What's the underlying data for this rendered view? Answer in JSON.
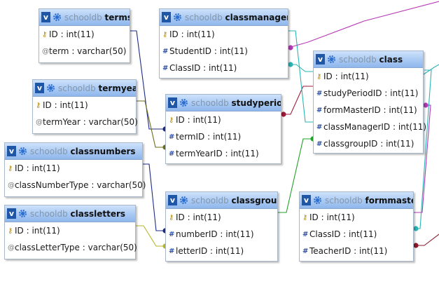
{
  "diagram": {
    "tables": [
      {
        "id": "terms",
        "db": "schooldb",
        "name": "terms",
        "columns": [
          {
            "icon": "key-icon",
            "text": "ID : int(11)"
          },
          {
            "icon": "text-column-icon",
            "text": "term : varchar(50)"
          }
        ]
      },
      {
        "id": "termyear",
        "db": "schooldb",
        "name": "termyear",
        "columns": [
          {
            "icon": "key-icon",
            "text": "ID : int(11)"
          },
          {
            "icon": "text-column-icon",
            "text": "termYear : varchar(50)"
          }
        ]
      },
      {
        "id": "classnumbers",
        "db": "schooldb",
        "name": "classnumbers",
        "columns": [
          {
            "icon": "key-icon",
            "text": "ID : int(11)"
          },
          {
            "icon": "text-column-icon",
            "text": "classNumberType : varchar(50)"
          }
        ]
      },
      {
        "id": "classletters",
        "db": "schooldb",
        "name": "classletters",
        "columns": [
          {
            "icon": "key-icon",
            "text": "ID : int(11)"
          },
          {
            "icon": "text-column-icon",
            "text": "classLetterType : varchar(50)"
          }
        ]
      },
      {
        "id": "classmanagers",
        "db": "schooldb",
        "name": "classmanagers",
        "columns": [
          {
            "icon": "key-icon",
            "text": "ID : int(11)"
          },
          {
            "icon": "number-column-icon",
            "text": "StudentID : int(11)"
          },
          {
            "icon": "number-column-icon",
            "text": "ClassID : int(11)"
          }
        ]
      },
      {
        "id": "studyperiod",
        "db": "schooldb",
        "name": "studyperiod",
        "columns": [
          {
            "icon": "key-icon",
            "text": "ID : int(11)"
          },
          {
            "icon": "number-column-icon",
            "text": "termID : int(11)"
          },
          {
            "icon": "number-column-icon",
            "text": "termYearID : int(11)"
          }
        ]
      },
      {
        "id": "classgroup",
        "db": "schooldb",
        "name": "classgroup",
        "columns": [
          {
            "icon": "key-icon",
            "text": "ID : int(11)"
          },
          {
            "icon": "number-column-icon",
            "text": "numberID : int(11)"
          },
          {
            "icon": "number-column-icon",
            "text": "letterID : int(11)"
          }
        ]
      },
      {
        "id": "class",
        "db": "schooldb",
        "name": "class",
        "columns": [
          {
            "icon": "key-icon",
            "text": "ID : int(11)"
          },
          {
            "icon": "number-column-icon",
            "text": "studyPeriodID : int(11)"
          },
          {
            "icon": "number-column-icon",
            "text": "formMasterID : int(11)"
          },
          {
            "icon": "number-column-icon",
            "text": "classManagerID : int(11)"
          },
          {
            "icon": "number-column-icon",
            "text": "classgroupID : int(11)"
          }
        ]
      },
      {
        "id": "formmaster",
        "db": "schooldb",
        "name": "formmaster",
        "columns": [
          {
            "icon": "key-icon",
            "text": "ID : int(11)"
          },
          {
            "icon": "number-column-icon",
            "text": "ClassID : int(11)"
          },
          {
            "icon": "number-column-icon",
            "text": "TeacherID : int(11)"
          }
        ]
      }
    ],
    "relation_colors": {
      "terms_studyperiod": "#1c2b86",
      "termyear_studyperiod": "#6b6b1a",
      "classnumbers_classgroup": "#1c2b86",
      "classletters_classgroup": "#b5b52a",
      "studyperiod_class": "#a01a3c",
      "classgroup_class": "#22a02a",
      "classmanagers_class": "#2ab5b5",
      "classmanagers_offscreen": "#b53ab5",
      "formmaster_class": "#b53ab5",
      "formmaster_offscreen": "#8a1a2a"
    }
  }
}
